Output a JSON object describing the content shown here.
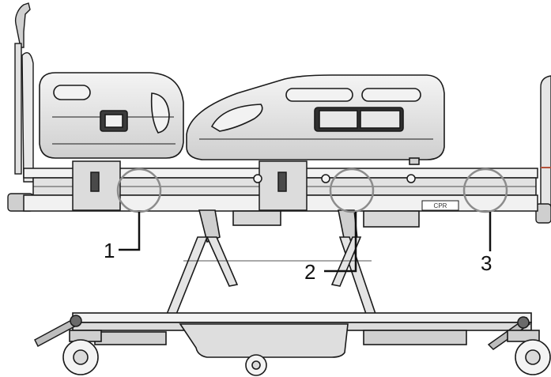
{
  "diagram": {
    "callouts": [
      {
        "number": "1"
      },
      {
        "number": "2"
      },
      {
        "number": "3"
      }
    ],
    "side_label": "CPR",
    "colors": {
      "line": "#1a1a1a",
      "fill_light": "#e6e6e6",
      "fill_mid": "#cfcfcf",
      "fill_dark": "#9a9a9a",
      "callout_circle": "#8c8c8c",
      "accent": "#b5533c"
    }
  }
}
